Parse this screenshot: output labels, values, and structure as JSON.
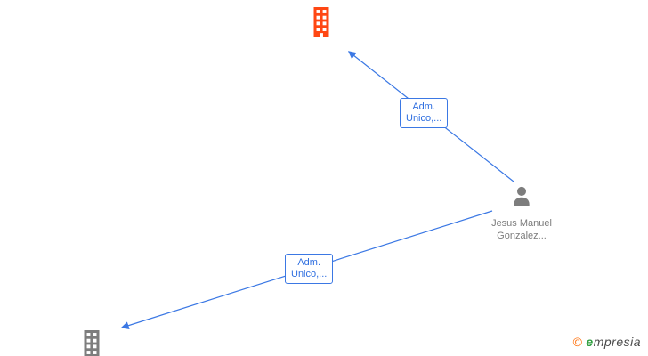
{
  "diagram": {
    "edge_color": "#3b78e4",
    "nodes": {
      "company_top": {
        "type": "company",
        "color": "#ff4713"
      },
      "person": {
        "type": "person",
        "label": "Jesus Manuel Gonzalez...",
        "color": "#7d7d7d"
      },
      "company_bottom": {
        "type": "company",
        "color": "#7d7d7d"
      }
    },
    "edges": [
      {
        "from": "person",
        "to": "company_top",
        "label_line1": "Adm.",
        "label_line2": "Unico,..."
      },
      {
        "from": "person",
        "to": "company_bottom",
        "label_line1": "Adm.",
        "label_line2": "Unico,..."
      }
    ]
  },
  "footer": {
    "copyright_symbol": "©",
    "brand_initial": "e",
    "brand_rest": "mpresia",
    "copyright_color": "#ff6a00",
    "brand_color": "#2f9e3f"
  }
}
